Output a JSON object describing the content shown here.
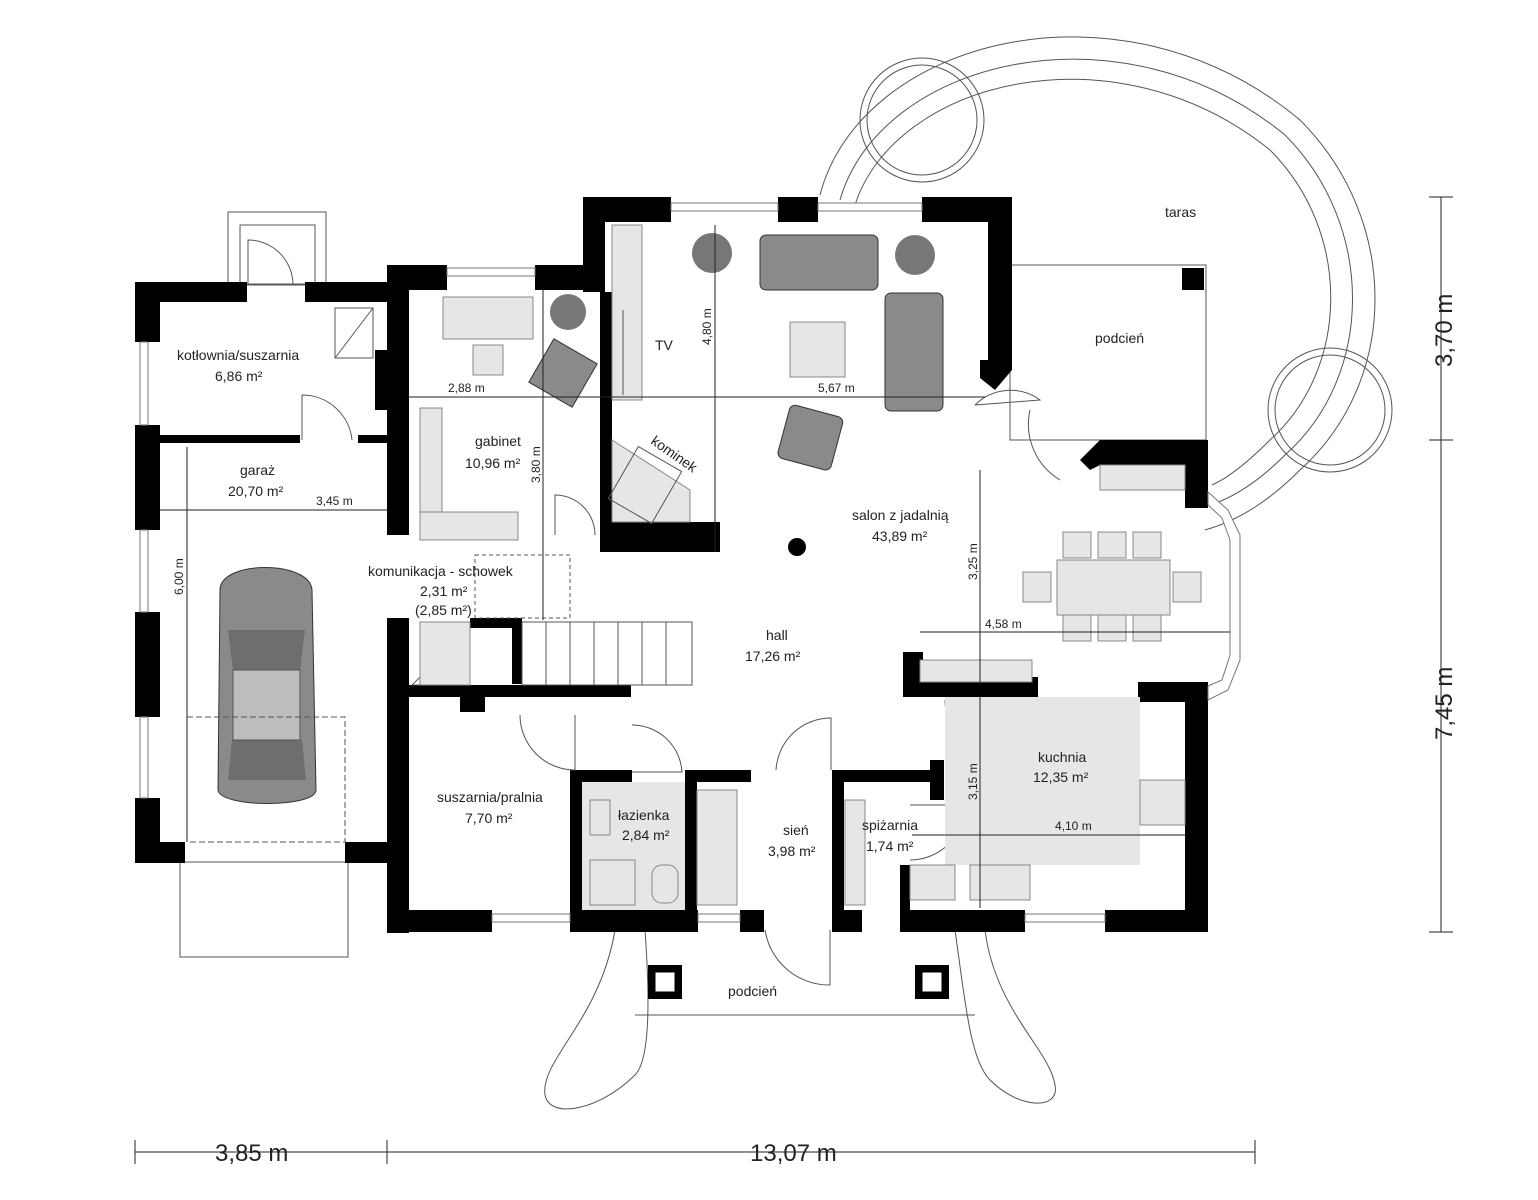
{
  "rooms": {
    "kotlownia": {
      "name": "kotłownia/suszarnia",
      "area": "6,86 m²"
    },
    "garaz": {
      "name": "garaż",
      "area": "20,70 m²"
    },
    "gabinet": {
      "name": "gabinet",
      "area": "10,96 m²"
    },
    "komunikacja": {
      "name": "komunikacja - schowek",
      "area": "2,31 m²",
      "area2": "(2,85 m²)"
    },
    "salon": {
      "name": "salon z jadalnią",
      "area": "43,89 m²"
    },
    "hall": {
      "name": "hall",
      "area": "17,26 m²"
    },
    "suszarnia": {
      "name": "suszarnia/pralnia",
      "area": "7,70 m²"
    },
    "lazienka": {
      "name": "łazienka",
      "area": "2,84 m²"
    },
    "sien": {
      "name": "sień",
      "area": "3,98 m²"
    },
    "spizarnia": {
      "name": "spiżarnia",
      "area": "1,74 m²"
    },
    "kuchnia": {
      "name": "kuchnia",
      "area": "12,35 m²"
    },
    "podcien_top": {
      "name": "podcień"
    },
    "podcien_bottom": {
      "name": "podcień"
    },
    "taras": {
      "name": "taras"
    }
  },
  "labels": {
    "tv": "TV",
    "kominek": "kominek"
  },
  "dimensions": {
    "d288": "2,88 m",
    "d567": "5,67 m",
    "d480": "4,80 m",
    "d380": "3,80 m",
    "d345": "3,45 m",
    "d600": "6,00 m",
    "d325": "3,25 m",
    "d458": "4,58 m",
    "d315": "3,15 m",
    "d410": "4,10 m",
    "overall_left": "3,85 m",
    "overall_right": "13,07 m",
    "overall_top": "3,70 m",
    "overall_bottom": "7,45 m"
  }
}
